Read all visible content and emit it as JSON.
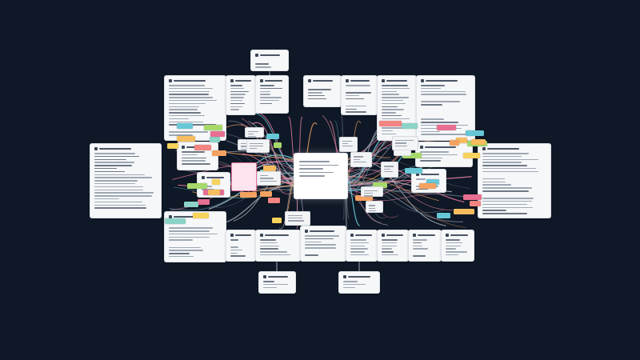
{
  "diagram": {
    "background": "#0f1826",
    "card_color": "#f6f7f9",
    "connector_colors": [
      "#e8799f",
      "#f08aa8",
      "#8e98a6",
      "#b7bec8",
      "#5d6878",
      "#f4a261",
      "#67c7d6"
    ],
    "tag_colors": [
      "#f4a261",
      "#f28482",
      "#67c7d6",
      "#a6d96a",
      "#f6bd60",
      "#e76f91",
      "#8bd3c7",
      "#f7d25c"
    ],
    "card_regions": [
      "top-left-cluster",
      "top-right-cluster",
      "left-panel",
      "right-panel",
      "bottom-row",
      "floating-top",
      "floating-bottom"
    ],
    "hub": "center-node"
  }
}
